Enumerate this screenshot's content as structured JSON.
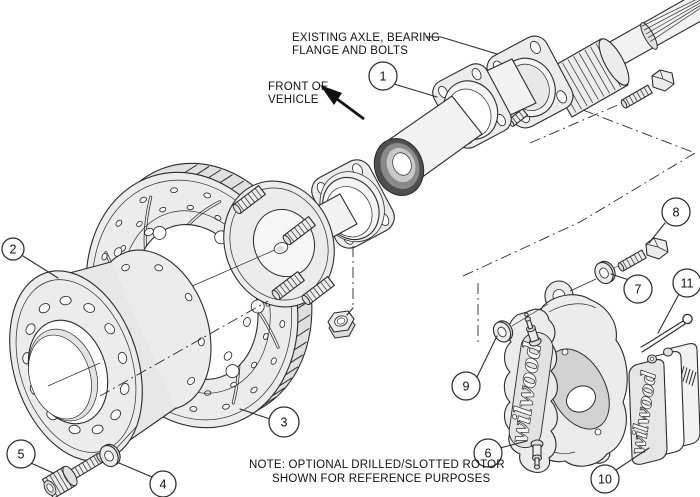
{
  "labels": {
    "axle1": "EXISTING AXLE, BEARING",
    "axle2": "FLANGE AND BOLTS",
    "front1": "FRONT OF",
    "front2": "VEHICLE",
    "note1": "NOTE: OPTIONAL DRILLED/SLOTTED ROTOR",
    "note2": "SHOWN FOR REFERENCE PURPOSES"
  },
  "callouts": [
    "1",
    "2",
    "3",
    "4",
    "5",
    "6",
    "7",
    "8",
    "9",
    "10",
    "11"
  ],
  "brand": {
    "caliper": "wilwood",
    "pads": "wilwood"
  },
  "colors": {
    "line": "#2b2b2b",
    "metal": "#ececec",
    "metal_dark": "#d9d9d9",
    "bearing": "#4f4f4f",
    "paper": "#ffffff"
  }
}
